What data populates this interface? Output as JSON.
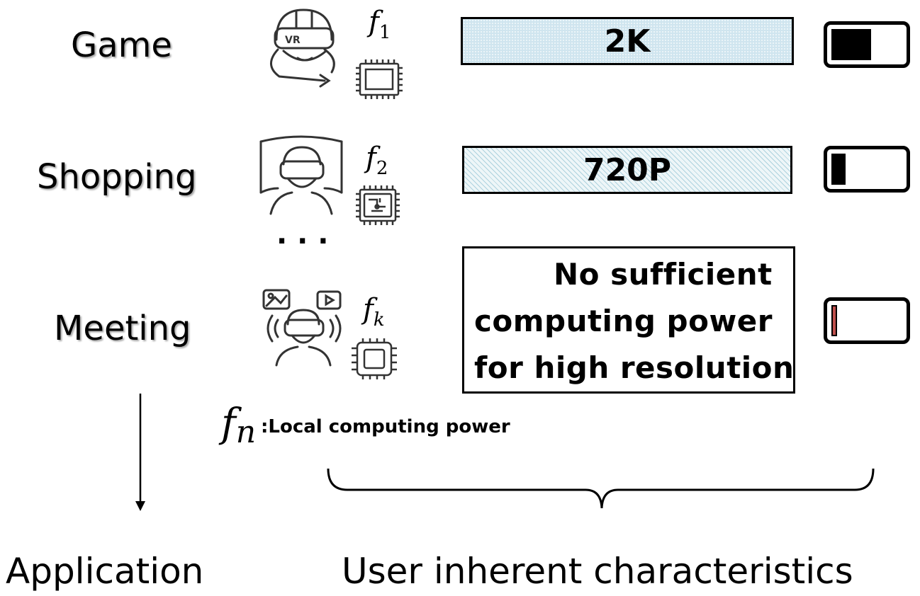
{
  "rows": [
    {
      "app": "Game",
      "freq_sub": "1",
      "resolution": "2K",
      "battery_level": 0.56
    },
    {
      "app": "Shopping",
      "freq_sub": "2",
      "resolution": "720P",
      "battery_level": 0.2
    },
    {
      "app": "Meeting",
      "freq_sub": "k",
      "battery_level": 0.08
    }
  ],
  "ellipsis": "· · ·",
  "warning": {
    "lines": [
      "No sufficient",
      "computing power",
      "for high resolution"
    ],
    "icon": "warning-triangle-icon",
    "icon_color": "#d9302c"
  },
  "legend": {
    "symbol": "f",
    "sub": "n",
    "text": ":Local computing power"
  },
  "footer": {
    "application": "Application",
    "user": "User inherent characteristics"
  },
  "colors": {
    "battery_fill": "#000000",
    "battery_low_fill": "#c0504d"
  }
}
